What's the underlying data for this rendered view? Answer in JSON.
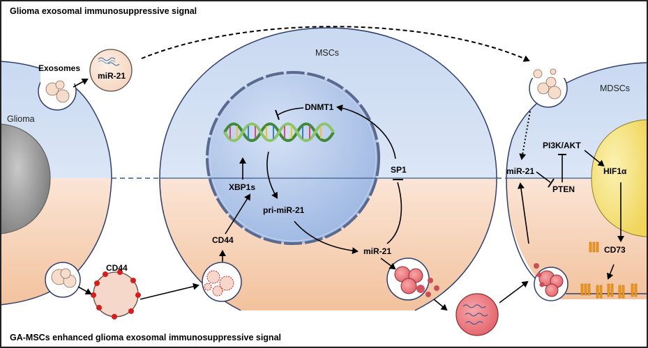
{
  "titles": {
    "top": "Glioma exosomal immunosuppressive signal",
    "bottom": "GA-MSCs enhanced glioma exosomal immunosuppressive signal"
  },
  "cells": {
    "glioma": "Glioma",
    "mscs": "MSCs",
    "mdscs": "MDSCs"
  },
  "labels": {
    "exosomes": "Exosomes",
    "mir21_vesicle": "miR-21",
    "cd44_exosome": "CD44",
    "dnmt1": "DNMT1",
    "xbp1s": "XBP1s",
    "pri_mir21": "pri-miR-21",
    "sp1": "SP1",
    "cd44_msc": "CD44",
    "mir21_msc": "miR-21",
    "mir21_mdsc": "miR-21",
    "pten": "PTEN",
    "pi3k_akt": "PI3K/AKT",
    "hif1a": "HIF1α",
    "cd73": "CD73"
  },
  "colors": {
    "upper_cytoplasm": "#d3e0f3",
    "lower_cytoplasm": "#f8d6bd",
    "nucleus": "#b8cdec",
    "mdsc_nucleus": "#f3e07a",
    "cd73": "#f19a1c",
    "exosome_red": "#e8666c"
  }
}
